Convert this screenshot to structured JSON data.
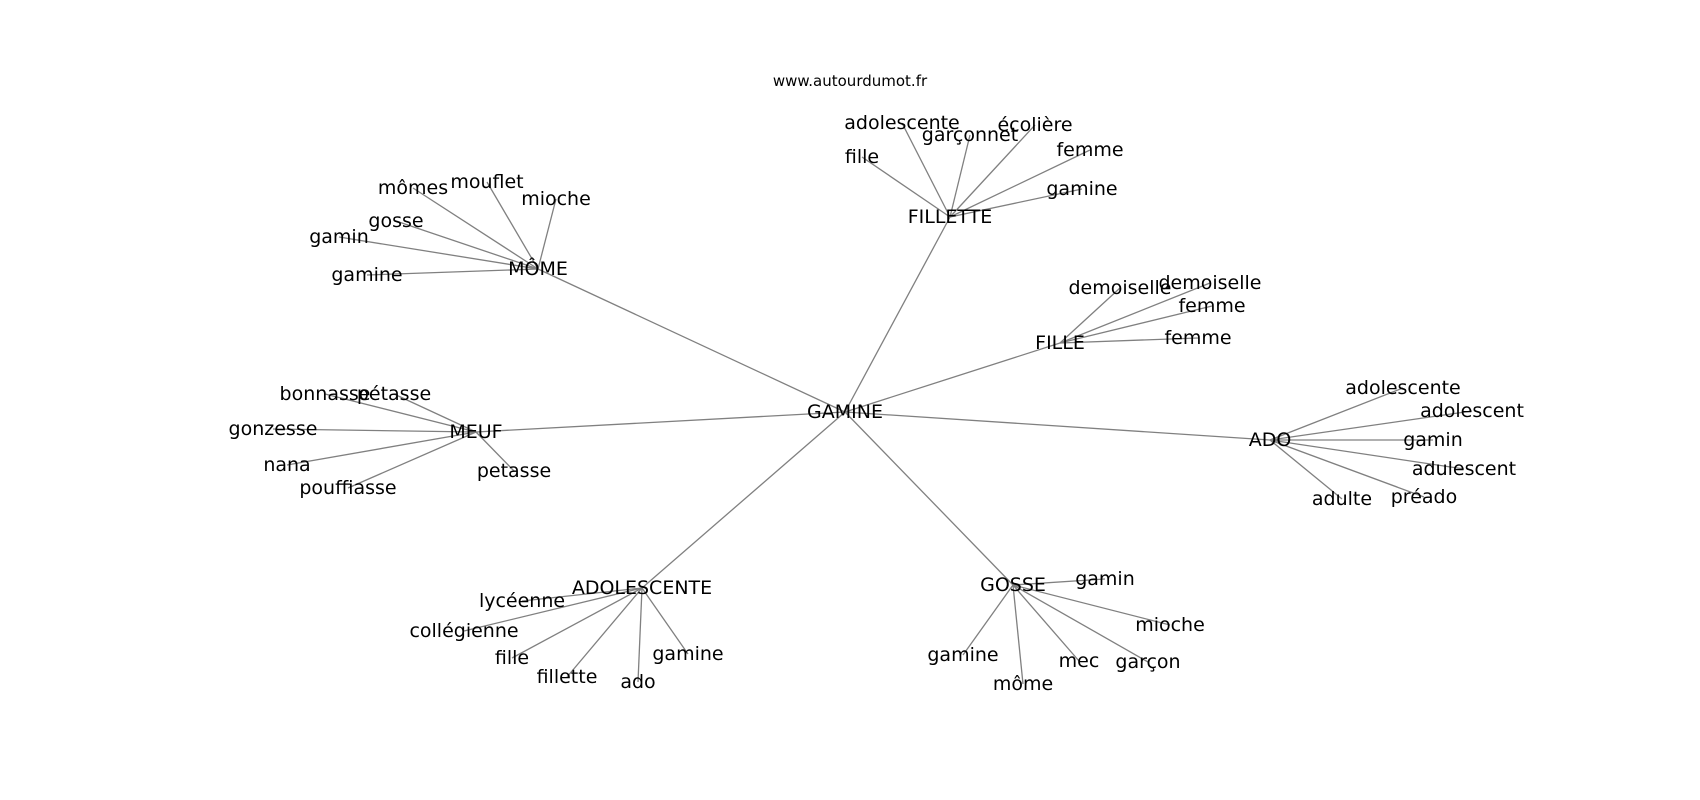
{
  "watermark": "www.autourdumot.fr",
  "colors": {
    "edge": "#808080",
    "text": "#000000",
    "background": "#ffffff"
  },
  "graph": {
    "center": "GAMINE",
    "hubs": [
      {
        "id": "fillette",
        "label": "FILLETTE",
        "leaves": [
          "adolescente",
          "garçonnet",
          "écolière",
          "fille",
          "femme",
          "gamine"
        ]
      },
      {
        "id": "mome",
        "label": "MÔME",
        "leaves": [
          "mômes",
          "mouflet",
          "mioche",
          "gosse",
          "gamin",
          "gamine"
        ]
      },
      {
        "id": "fille",
        "label": "FILLE",
        "leaves": [
          "demoiselle",
          "demoiselle",
          "femme",
          "femme"
        ]
      },
      {
        "id": "meuf",
        "label": "MEUF",
        "leaves": [
          "bonnasse",
          "pétasse",
          "gonzesse",
          "nana",
          "pouffiasse",
          "petasse"
        ]
      },
      {
        "id": "ado",
        "label": "ADO",
        "leaves": [
          "adolescente",
          "adolescent",
          "gamin",
          "adulescent",
          "adulte",
          "préado"
        ]
      },
      {
        "id": "adolescente",
        "label": "ADOLESCENTE",
        "leaves": [
          "lycéenne",
          "collégienne",
          "fille",
          "fillette",
          "ado",
          "gamine"
        ]
      },
      {
        "id": "gosse",
        "label": "GOSSE",
        "leaves": [
          "gamin",
          "mioche",
          "gamine",
          "môme",
          "mec",
          "garçon"
        ]
      }
    ]
  }
}
